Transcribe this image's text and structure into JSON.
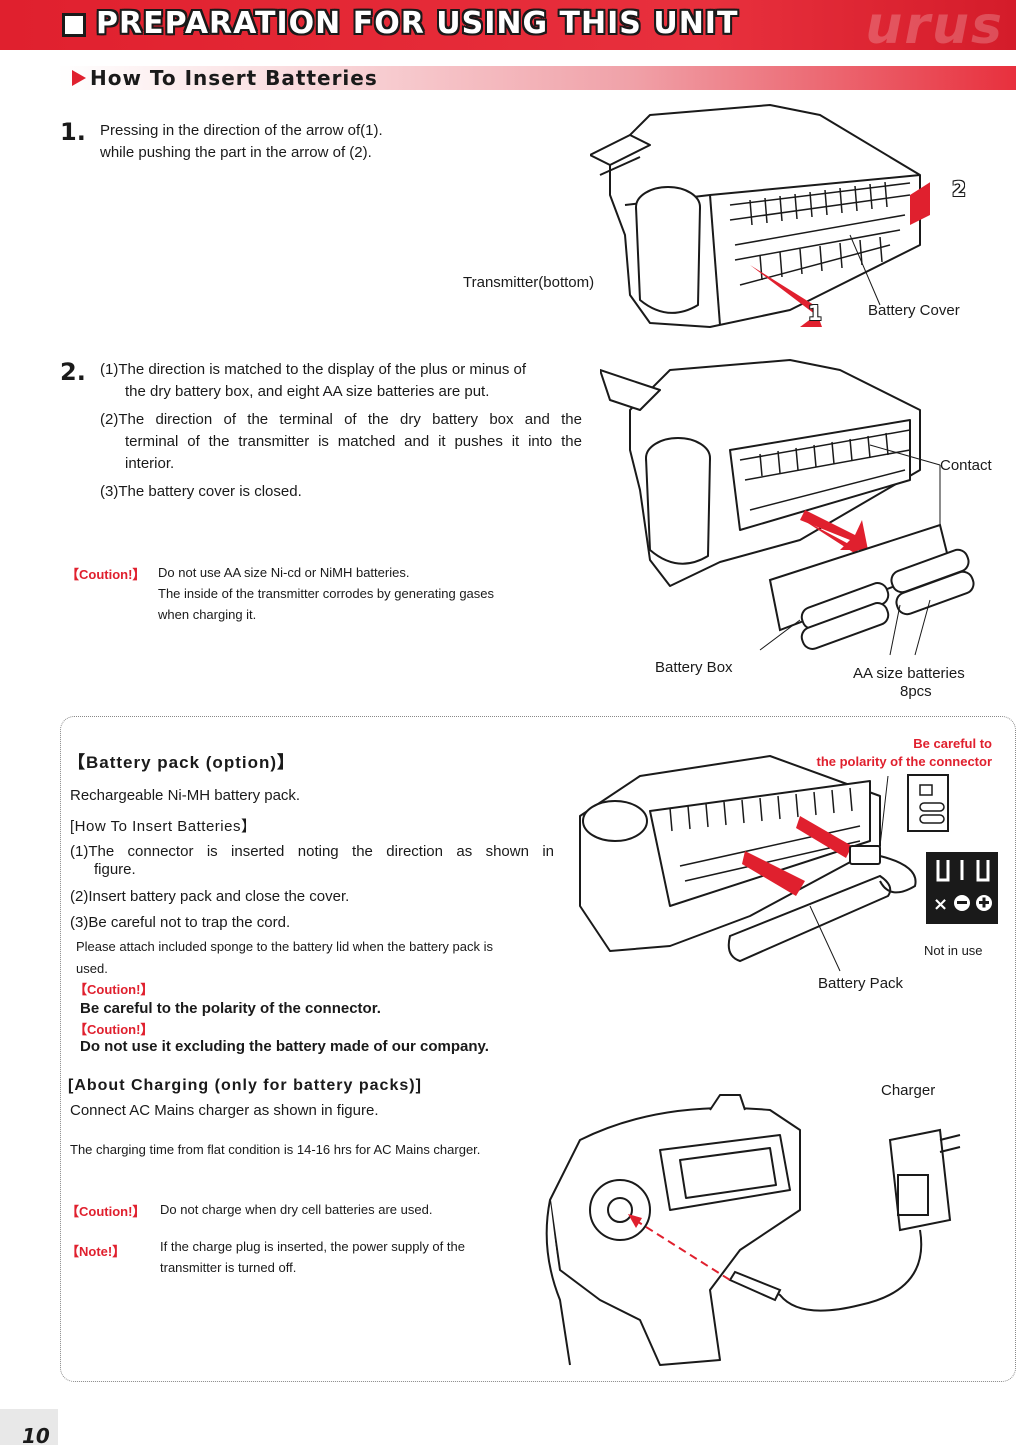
{
  "header": {
    "title": "PREPARATION FOR USING THIS UNIT",
    "brand_watermark": "urus"
  },
  "section": {
    "title": "How To Insert Batteries"
  },
  "step1": {
    "number": "1.",
    "line1": "Pressing in the direction of the arrow of(1).",
    "line2": "while pushing the part in the arrow of (2).",
    "figure_labels": {
      "transmitter": "Transmitter(bottom)",
      "battery_cover": "Battery Cover",
      "arrow1": "1",
      "arrow2": "2"
    }
  },
  "step2": {
    "number": "2.",
    "item1_a": "(1)The direction is matched to the display of the plus or minus of",
    "item1_b": "the dry battery box, and eight AA size batteries are put.",
    "item2_a": "(2)The direction of the terminal of the dry battery box and the",
    "item2_b": "terminal of the transmitter is matched and it pushes it into the",
    "item2_c": "interior.",
    "item3": "(3)The battery cover is closed.",
    "caution_tag": "【Coution!】",
    "caution_1": "Do not use AA size Ni-cd or NiMH batteries.",
    "caution_2": "The inside of the transmitter corrodes by generating gases",
    "caution_3": "when charging it.",
    "figure_labels": {
      "contact": "Contact",
      "battery_box": "Battery Box",
      "aa_batteries": "AA size batteries",
      "count": "8pcs"
    }
  },
  "battery_pack": {
    "title": "【Battery pack (option)】",
    "intro": "Rechargeable Ni-MH battery pack.",
    "howto_title": "[How To Insert Batteries】",
    "item1_a": "(1)The connector is inserted noting the direction as shown in",
    "item1_b": "figure.",
    "item2": "(2)Insert battery pack and close the cover.",
    "item3": "(3)Be careful not to trap the cord.",
    "note_a": "Please attach included sponge to the battery lid when the battery pack is",
    "note_b": "used.",
    "caution_tag": "【Coution!】",
    "caution_1": "Be careful to the polarity of the connector.",
    "caution_tag_2": "【Coution!】",
    "caution_2": "Do not use it excluding the battery made of our company.",
    "figure_labels": {
      "polarity_1": "Be careful to",
      "polarity_2": "the polarity of the connector",
      "battery_pack": "Battery Pack",
      "not_in_use": "Not in use"
    }
  },
  "charging": {
    "title": "[About Charging (only for battery packs)]",
    "intro": "Connect AC Mains charger as shown in figure.",
    "time": "The charging time from flat condition is 14-16 hrs for AC Mains charger.",
    "caution_tag": "【Coution!】",
    "caution": "Do not charge when dry cell batteries are used.",
    "note_tag": "【Note!】",
    "note_1": "If the charge plug is inserted, the power supply of the",
    "note_2": "transmitter is turned off.",
    "figure_labels": {
      "charger": "Charger"
    }
  },
  "page": {
    "number": "10"
  },
  "colors": {
    "accent": "#e0202e",
    "text": "#1a1a1a"
  }
}
